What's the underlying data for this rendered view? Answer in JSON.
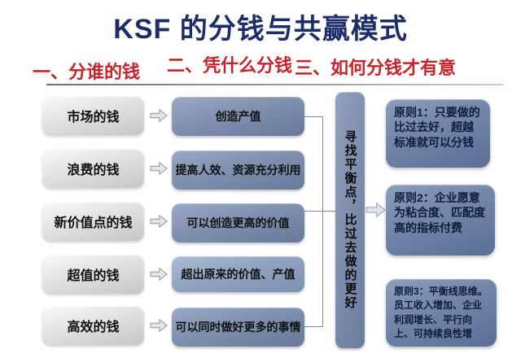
{
  "title": "KSF 的分钱与共赢模式",
  "headers": {
    "h1": "一、分谁的钱",
    "h2": "二、凭什么分钱",
    "h3": "三、如何分钱才有意"
  },
  "rows": [
    {
      "source": "市场的钱",
      "basis": "创造产值"
    },
    {
      "source": "浪费的钱",
      "basis": "提高人效、资源充分利用"
    },
    {
      "source": "新价值点的钱",
      "basis": "可以创造更高的价值"
    },
    {
      "source": "超值的钱",
      "basis": "超出原来的价值、产值"
    },
    {
      "source": "高效的钱",
      "basis": "可以同时做好更多的事情"
    }
  ],
  "balance_bar": {
    "text": "寻找平衡点，比过去做的更好"
  },
  "principles": [
    {
      "text": "原则1：只要做的比过去好，超越标准就可以分钱"
    },
    {
      "text": "原则2：企业愿意为粘合度、匹配度高的指标付费"
    },
    {
      "text": "原则3：平衡线思维。员工收入增加、企业利润增长、平行向上、可持续良性增"
    }
  ],
  "icons": {
    "flow_arrow": "block-arrow-right",
    "big_arrow": "block-arrow-right"
  },
  "colors": {
    "title_navy": "#1c2d69",
    "header_red": "#c8222a",
    "source_box_gray": "#d9d9d9",
    "basis_box_blue": "#8090af",
    "basis_box_blue_light": "#92a3c0",
    "principle_box_blue": "#7487ab",
    "bar_blue": "#7d8dac",
    "connector_gray": "#858585"
  }
}
